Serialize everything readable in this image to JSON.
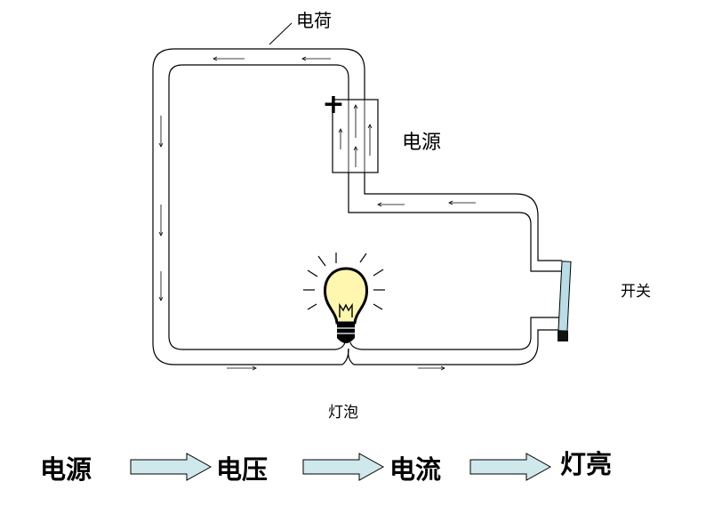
{
  "labels": {
    "charge": "电荷",
    "source": "电源",
    "switch": "开关",
    "bulb": "灯泡",
    "plus": "+"
  },
  "flow": {
    "steps": [
      "电源",
      "电压",
      "电流",
      "灯亮"
    ]
  },
  "colors": {
    "wire": "#000000",
    "arrow_fill": "#cfe8ec",
    "bulb_glass": "#fff7b0",
    "switch_blade": "#b9dde6"
  }
}
